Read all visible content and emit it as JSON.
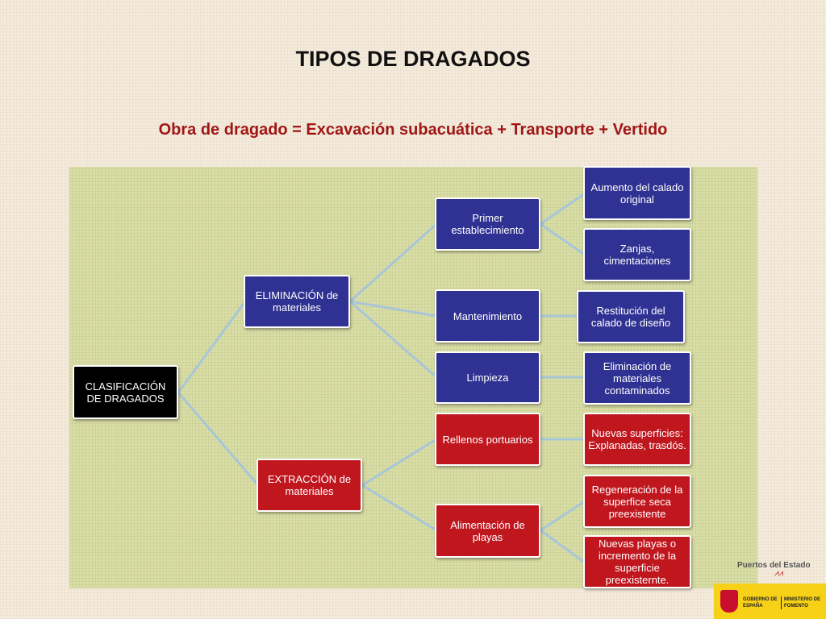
{
  "title": "TIPOS DE DRAGADOS",
  "subtitle": "Obra de dragado = Excavación subacuática + Transporte + Vertido",
  "diagram": {
    "root": "CLASIFICACIÓN DE DRAGADOS",
    "eliminacion": "ELIMINACIÓN  de materiales",
    "extraccion": "EXTRACCIÓN de materiales",
    "primer": "Primer establecimiento",
    "mantenimiento": "Mantenimiento",
    "limpieza": "Limpieza",
    "rellenos": "Rellenos portuarios",
    "alimentacion": "Alimentación de playas",
    "aumento": "Aumento del calado original",
    "zanjas": "Zanjas, cimentaciones",
    "restitucion": "Restitución del calado de diseño",
    "elim_contaminados": "Eliminación de materiales contaminados",
    "nuevas_superficies": "Nuevas superficies: Explanadas, trasdós.",
    "regeneracion": "Regeneración de la superfice seca preexistente",
    "nuevas_playas": "Nuevas playas o incremento de la superficie preexisternte."
  },
  "logos": {
    "puertos": "Puertos del Estado",
    "gobierno": "GOBIERNO DE ESPAÑA",
    "ministerio": "MINISTERIO DE FOMENTO"
  },
  "colors": {
    "line": "#a7c6d8",
    "blue": "#2f3292",
    "red": "#c0161e",
    "title_red": "#a01616"
  }
}
